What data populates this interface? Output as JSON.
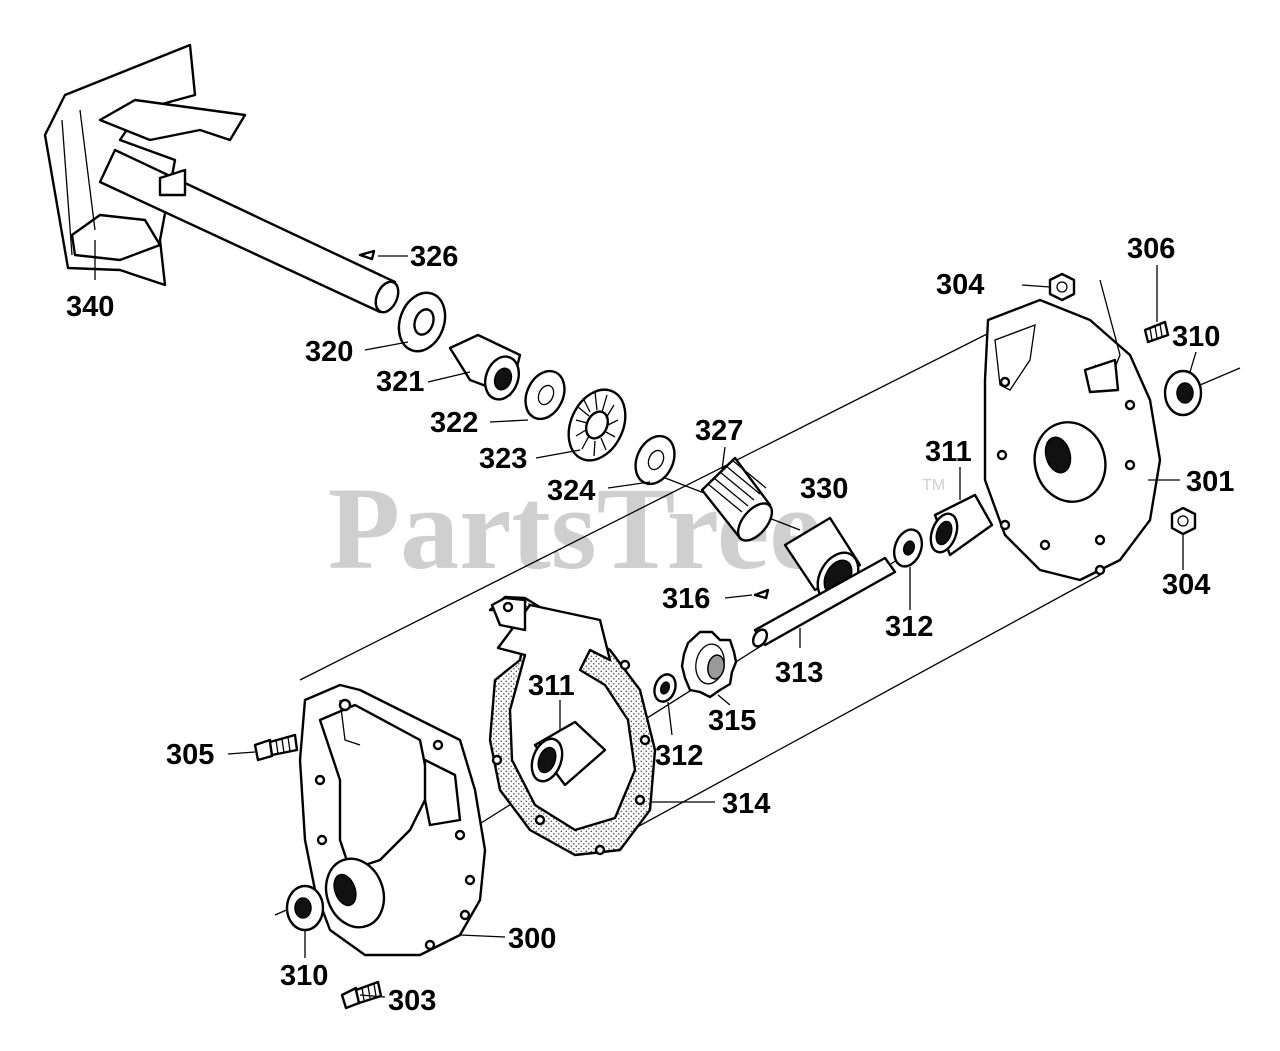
{
  "watermark": {
    "text": "PartsTree",
    "trademark": "TM"
  },
  "callouts": {
    "c326": "326",
    "c340": "340",
    "c320": "320",
    "c321": "321",
    "c322": "322",
    "c323": "323",
    "c324": "324",
    "c327": "327",
    "c330": "330",
    "c304a": "304",
    "c306": "306",
    "c310a": "310",
    "c311a": "311",
    "c301": "301",
    "c304b": "304",
    "c312a": "312",
    "c316": "316",
    "c313": "313",
    "c311b": "311",
    "c312b": "312",
    "c315": "315",
    "c305": "305",
    "c314": "314",
    "c300": "300",
    "c310b": "310",
    "c303": "303"
  }
}
